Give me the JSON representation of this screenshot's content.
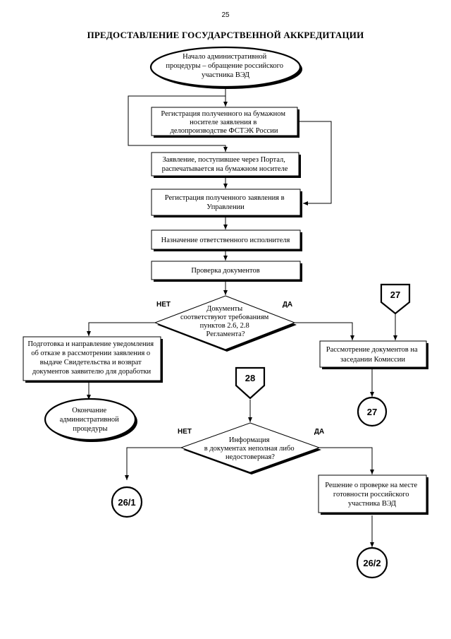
{
  "page_number": "25",
  "title": "ПРЕДОСТАВЛЕНИЕ ГОСУДАРСТВЕННОЙ АККРЕДИТАЦИИ",
  "nodes": {
    "start": [
      "Начало административной",
      "процедуры – обращение российского",
      "участника ВЭД"
    ],
    "registration_paper": [
      "Регистрация полученного на бумажном",
      "носителе заявления в",
      "делопроизводстве ФСТЭК России"
    ],
    "portal_print": [
      "Заявление, поступившее через Портал,",
      "распечатывается на бумажном носителе"
    ],
    "registration_dept": [
      "Регистрация полученного заявления в",
      "Управлении"
    ],
    "assign_executor": [
      "Назначение ответственного исполнителя"
    ],
    "check_docs": [
      "Проверка документов"
    ],
    "decision_compliance": [
      "Документы",
      "соответствуют требованиям",
      "пунктов 2.6, 2.8",
      "Регламента?"
    ],
    "refusal_notice": [
      "Подготовка и направление уведомления",
      "об отказе в рассмотрении заявления о",
      "выдаче Свидетельства и возврат",
      "документов заявителю для доработки"
    ],
    "end_procedure": [
      "Окончание",
      "административной",
      "процедуры"
    ],
    "commission_review": [
      "Рассмотрение документов на",
      "заседании Комиссии"
    ],
    "decision_info": [
      "Информация",
      "в документах неполная либо",
      "недостоверная?"
    ],
    "onsite_check": [
      "Решение о проверке на месте",
      "готовности российского",
      "участника ВЭД"
    ]
  },
  "connectors": {
    "offpage_27": "27",
    "onpage_27": "27",
    "offpage_28": "28",
    "onpage_26_1": "26/1",
    "onpage_26_2": "26/2"
  },
  "branch_labels": {
    "no_1": "НЕТ",
    "yes_1": "ДА",
    "no_2": "НЕТ",
    "yes_2": "ДА"
  }
}
